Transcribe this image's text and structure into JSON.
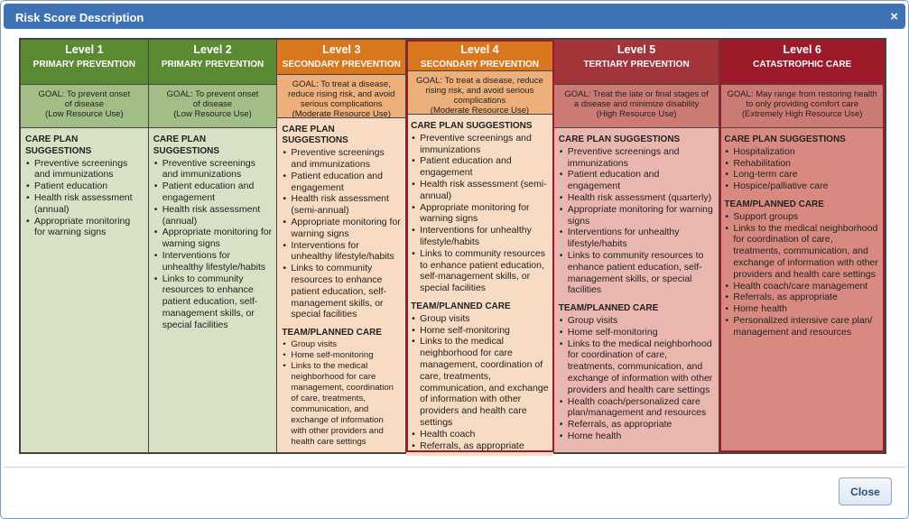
{
  "dialog": {
    "title": "Risk Score Description",
    "close_label": "Close",
    "close_icon": "×"
  },
  "colors": {
    "titlebar": "#3e72b5"
  },
  "levels": [
    {
      "level": "Level 1",
      "name": "PRIMARY PREVENTION",
      "head": "#5a8a32",
      "goalbg": "#a3bd86",
      "bodybg": "#d6e1c6",
      "goal": [
        "GOAL: To prevent onset",
        "of disease",
        "(Low Resource Use)"
      ],
      "sections": [
        {
          "title": "CARE PLAN SUGGESTIONS",
          "items": [
            "Preventive screenings and immunizations",
            "Patient education",
            "Health risk assessment (annual)",
            "Appropriate monitoring for warning signs"
          ]
        }
      ]
    },
    {
      "level": "Level 2",
      "name": "PRIMARY PREVENTION",
      "head": "#5a8a32",
      "goalbg": "#a3bd86",
      "bodybg": "#d6e1c6",
      "goal": [
        "GOAL: To prevent onset",
        "of disease",
        "(Low Resource Use)"
      ],
      "sections": [
        {
          "title": "CARE PLAN SUGGESTIONS",
          "items": [
            "Preventive screenings and immunizations",
            "Patient education and engagement",
            "Health risk assessment (annual)",
            "Appropriate monitoring for warning signs",
            "Interventions for unhealthy lifestyle/habits",
            "Links to community resources to enhance patient education, self-management skills, or special facilities"
          ]
        }
      ]
    },
    {
      "level": "Level 3",
      "name": "SECONDARY PREVENTION",
      "head": "#d9771f",
      "goalbg": "#edb07a",
      "bodybg": "#f7dbc2",
      "goal": [
        "GOAL: To treat a disease,",
        "reduce rising risk, and avoid",
        "serious complications",
        "(Moderate Resource Use)"
      ],
      "sections": [
        {
          "title": "CARE PLAN SUGGESTIONS",
          "items": [
            "Preventive screenings and immunizations",
            "Patient education and engagement",
            "Health risk assessment (semi-annual)",
            "Appropriate monitoring for warning signs",
            "Interventions for unhealthy lifestyle/habits",
            "Links to community resources to enhance patient education, self-management skills, or special facilities"
          ]
        },
        {
          "title": "TEAM/PLANNED CARE",
          "small": true,
          "items": [
            "Group visits",
            "Home self-monitoring",
            "Links to the medical neighborhood for care management, coordination of care, treatments, communication, and exchange of information with other providers and health care settings"
          ]
        }
      ]
    },
    {
      "level": "Level 4",
      "name": "SECONDARY PREVENTION",
      "head": "#d9771f",
      "goalbg": "#edb07a",
      "bodybg": "#f7dbc2",
      "goal": [
        "GOAL: To treat a disease, reduce",
        "rising risk, and avoid serious",
        "complications",
        "(Moderate Resource Use)"
      ],
      "sections": [
        {
          "title": "CARE PLAN SUGGESTIONS",
          "items": [
            "Preventive screenings and immunizations",
            "Patient education and engagement",
            "Health risk assessment (semi-annual)",
            "Appropriate monitoring for warning signs",
            "Interventions for unhealthy lifestyle/habits",
            "Links to community resources to enhance patient education, self-management skills, or special facilities"
          ]
        },
        {
          "title": "TEAM/PLANNED CARE",
          "items": [
            "Group visits",
            "Home self-monitoring",
            "Links to the medical neighborhood for care management, coordination of care, treatments, communication, and exchange of information with other providers and health care settings",
            "Health coach",
            "Referrals, as appropriate"
          ]
        }
      ]
    },
    {
      "level": "Level 5",
      "name": "TERTIARY PREVENTION",
      "head": "#a3343a",
      "goalbg": "#cc7b74",
      "bodybg": "#e9b6b0",
      "goal": [
        "GOAL: Treat the late or final stages of",
        "a disease and minimize disability",
        "(High Resource Use)"
      ],
      "sections": [
        {
          "title": "CARE PLAN SUGGESTIONS",
          "items": [
            "Preventive screenings and immunizations",
            "Patient education and engagement",
            "Health risk assessment (quarterly)",
            "Appropriate monitoring for warning signs",
            "Interventions for unhealthy lifestyle/habits",
            "Links to community resources to enhance patient education, self-management skills, or special facilities"
          ]
        },
        {
          "title": "TEAM/PLANNED CARE",
          "items": [
            "Group visits",
            "Home self-monitoring",
            "Links to the medical neighborhood for coordination of care, treatments, communication, and exchange of information with other providers and health care settings",
            "Health coach/personalized care plan/management and resources",
            "Referrals, as appropriate",
            "Home health"
          ]
        }
      ]
    },
    {
      "level": "Level 6",
      "name": "CATASTROPHIC CARE",
      "head": "#9c1a2a",
      "goalbg": "#cc7b74",
      "bodybg": "#d88a80",
      "goal": [
        "GOAL: May range from restoring health",
        "to only providing comfort care",
        "(Extremely High Resource Use)"
      ],
      "sections": [
        {
          "title": "CARE PLAN SUGGESTIONS",
          "items": [
            "Hospitalization",
            "Rehabilitation",
            "Long-term care",
            "Hospice/palliative care"
          ]
        },
        {
          "title": "TEAM/PLANNED CARE",
          "items": [
            "Support groups",
            "Links to the medical neighborhood for coordination of care, treatments, communication, and exchange of information with other providers and health care settings",
            "Health coach/care management",
            "Referrals, as appropriate",
            "Home health",
            "Personalized intensive care plan/ management and resources"
          ]
        }
      ]
    }
  ]
}
